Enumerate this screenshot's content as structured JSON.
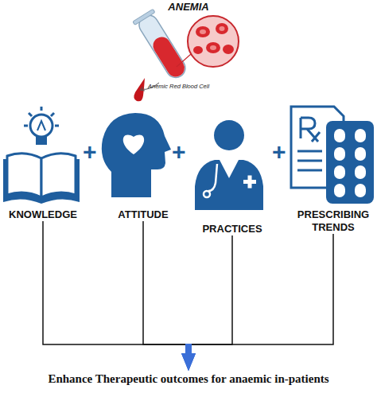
{
  "diagram": {
    "title": "ANEMIA",
    "nodes": [
      {
        "text": [
          "KNOWLEDGE"
        ]
      },
      {
        "text": [
          "ATTITUDE"
        ]
      },
      {
        "text": [
          "PRACTICES"
        ]
      },
      {
        "text": [
          "PRESCRIBING TRENDS"
        ]
      },
      {
        "text": [
          "Enhance Therapeutic outcomes for anaemic in-patients"
        ]
      }
    ],
    "edges": [
      {
        "from": 0,
        "to": 4,
        "arrow": "to"
      },
      {
        "from": 1,
        "to": 4,
        "arrow": "to"
      },
      {
        "from": 2,
        "to": 4,
        "arrow": "to"
      },
      {
        "from": 3,
        "to": 4,
        "arrow": "to"
      }
    ],
    "labels": [
      "Anemic Red Blood Cell",
      "+",
      "+",
      "+"
    ]
  }
}
